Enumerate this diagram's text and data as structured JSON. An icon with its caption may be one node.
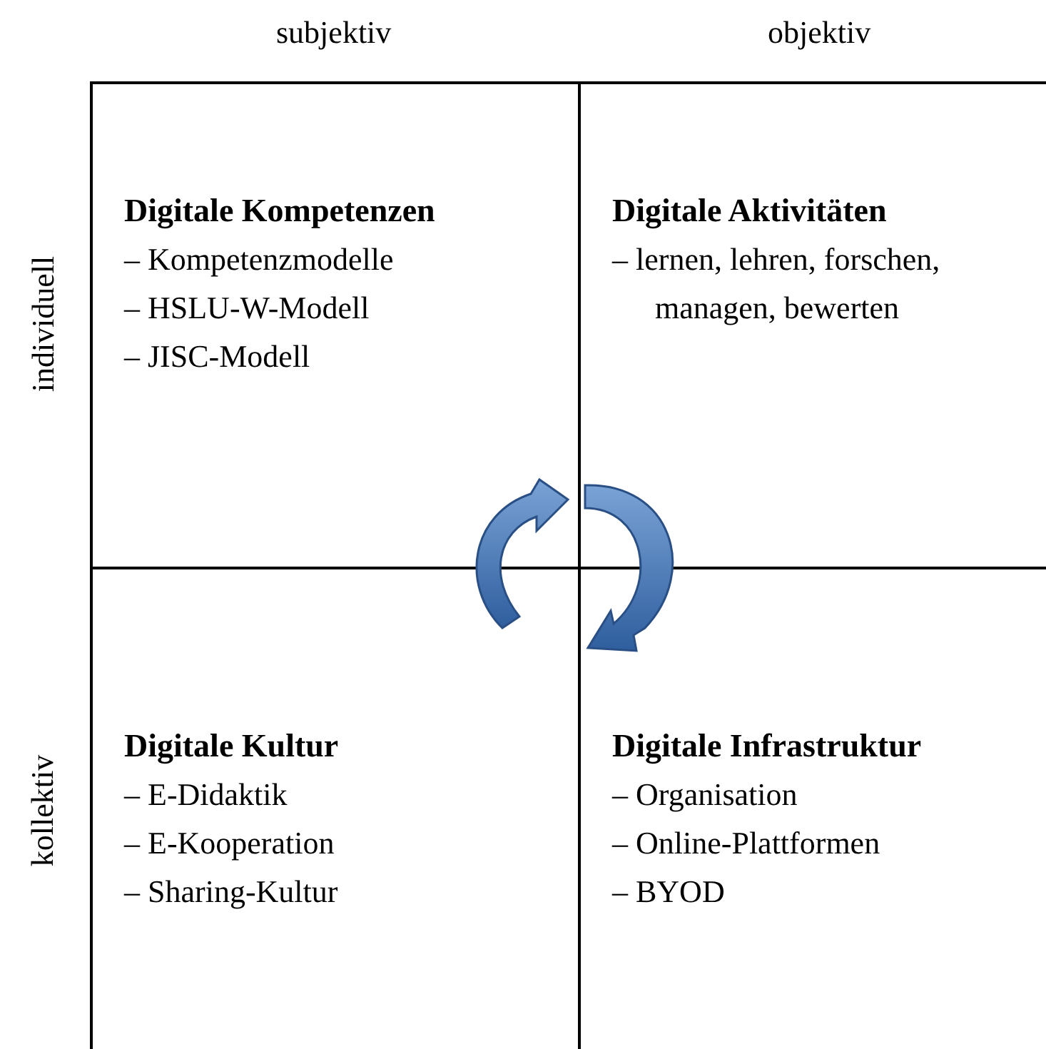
{
  "diagram": {
    "nodes": [
      {
        "text": [
          "Digitale Kompetenzen",
          "– Kompetenzmodelle",
          "– HSLU-W-Modell",
          "– JISC-Modell"
        ]
      },
      {
        "text": [
          "Digitale Aktivitäten",
          "– lernen, lehren, forschen, managen, bewerten"
        ]
      },
      {
        "text": [
          "Digitale Kultur",
          "– E-Didaktik",
          "– E-Kooperation",
          "– Sharing-Kultur"
        ]
      },
      {
        "text": [
          "Digitale Infrastruktur",
          "– Organisation",
          "– Online-Plattformen",
          "– BYOD"
        ]
      }
    ],
    "labels": [
      "subjektiv",
      "objektiv",
      "individuell",
      "kollektiv"
    ]
  }
}
